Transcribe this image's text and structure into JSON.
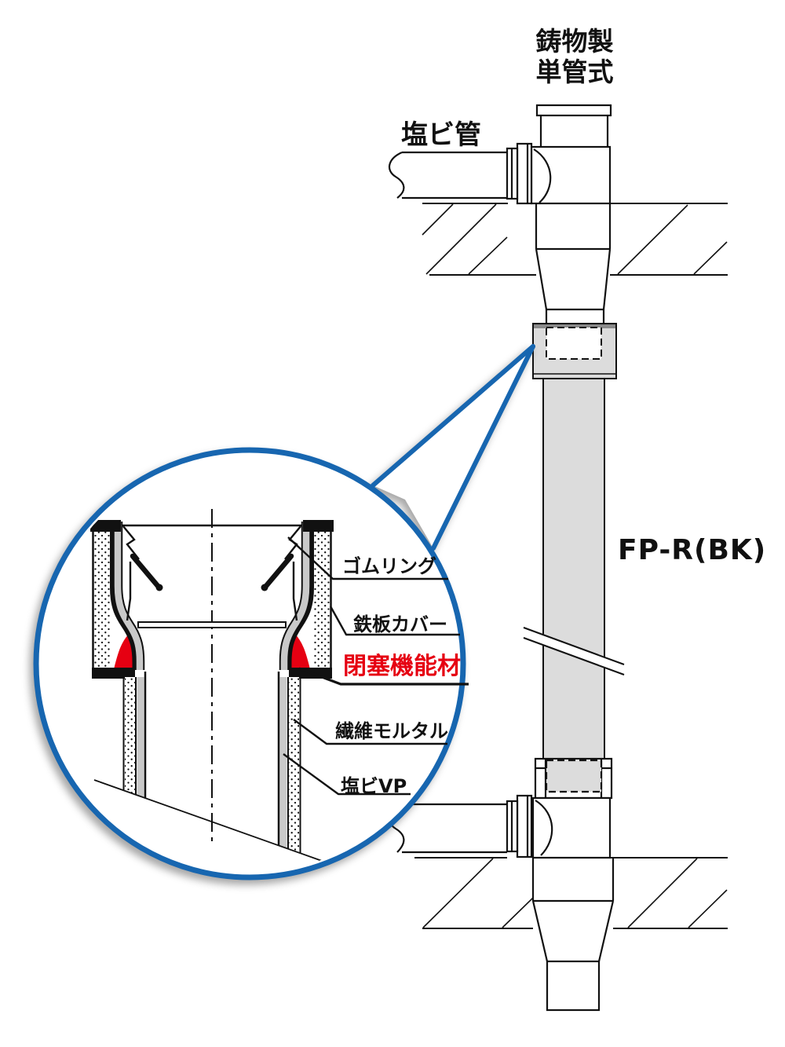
{
  "diagram_labels": {
    "system_type_line1": "鋳物製",
    "system_type_line2": "単管式",
    "pvc_pipe": "塩ビ管",
    "product_code": "FP-R(BK)"
  },
  "callout_labels": [
    {
      "text": "ゴムリング"
    },
    {
      "text": "鉄板カバー"
    },
    {
      "text": "閉塞機能材",
      "emphasis": "red"
    },
    {
      "text": "繊維モルタル"
    },
    {
      "text": "塩ビVP"
    }
  ],
  "colors": {
    "callout_blue": "#1766b0",
    "highlight_red": "#e60012",
    "pipe_gray": "#dcdcdc",
    "line_black": "#111111"
  }
}
